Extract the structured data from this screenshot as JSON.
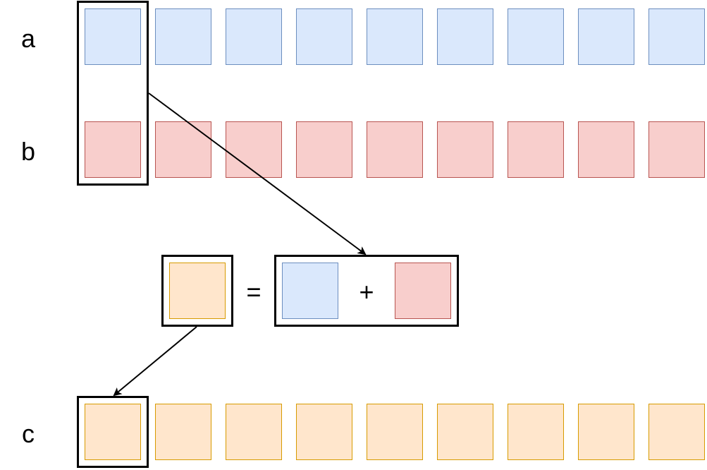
{
  "rows": {
    "a": {
      "label": "a",
      "cell_count": 9,
      "fill": "#dae8fc",
      "stroke": "#6c8ebf"
    },
    "b": {
      "label": "b",
      "cell_count": 9,
      "fill": "#f8cecc",
      "stroke": "#b85450"
    },
    "c": {
      "label": "c",
      "cell_count": 9,
      "fill": "#ffe6cc",
      "stroke": "#d79b00"
    }
  },
  "equation": {
    "equals": "=",
    "plus": "+"
  },
  "arrows": [
    {
      "from": "a-b-column-0-highlight",
      "to": "sum-group-frame"
    },
    {
      "from": "result-frame",
      "to": "c-cell-0-highlight"
    }
  ]
}
